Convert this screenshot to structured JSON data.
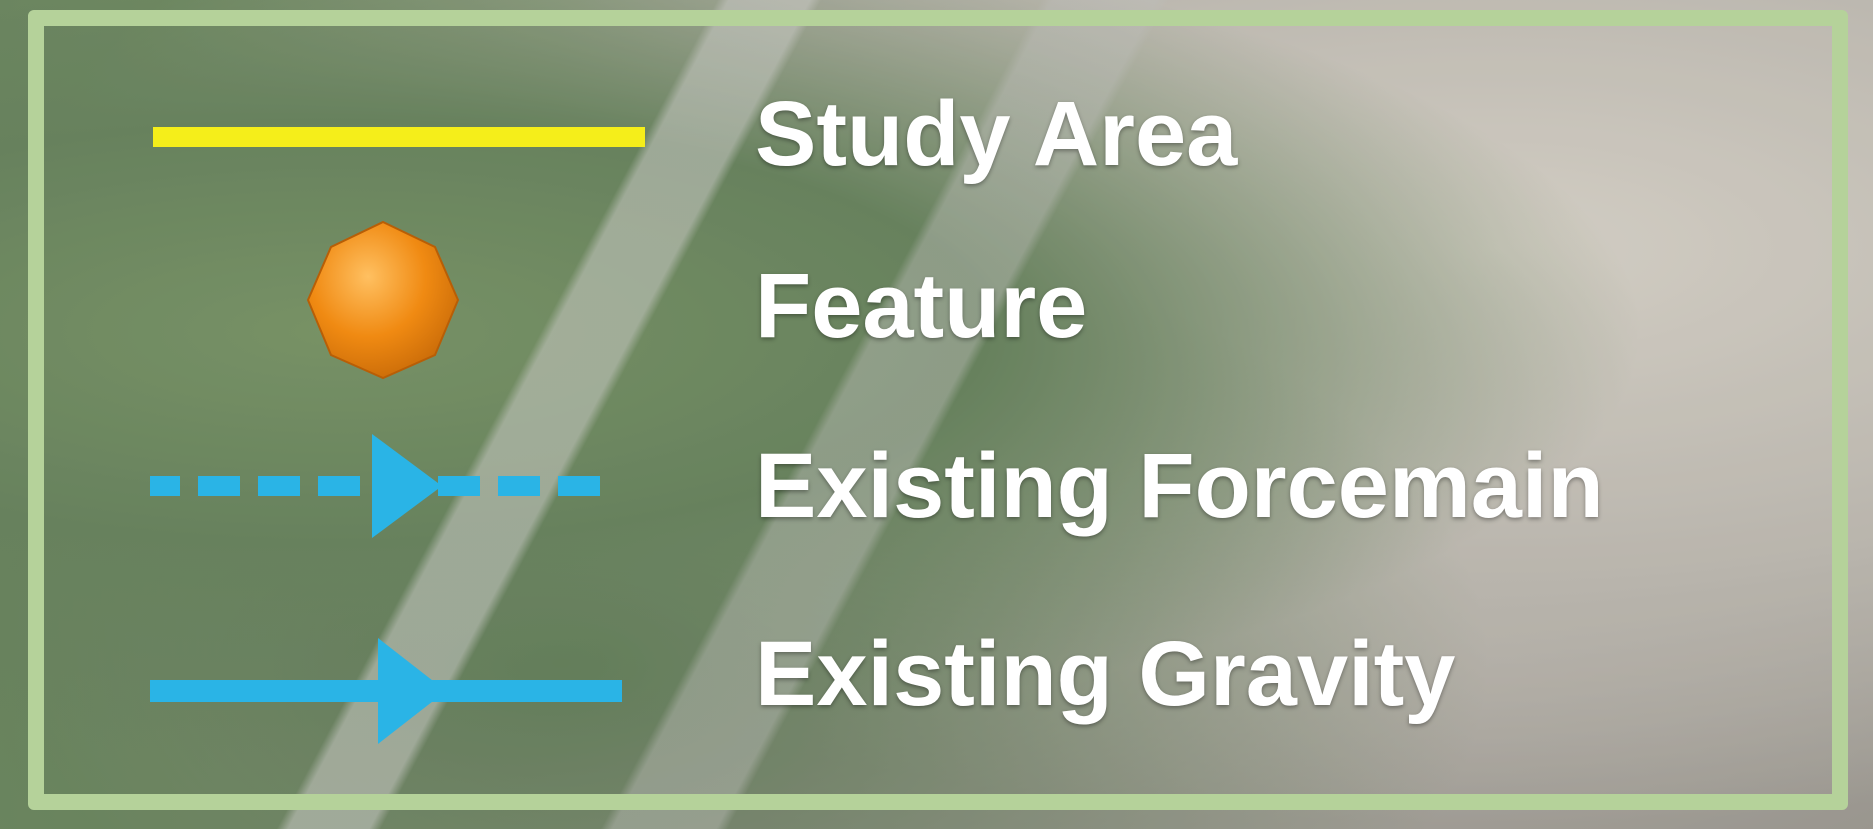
{
  "legend": {
    "items": [
      {
        "label": "Study Area",
        "symbol": "solid-line",
        "color": "#f5ee1a"
      },
      {
        "label": "Feature",
        "symbol": "heptagon",
        "color": "#f08a12"
      },
      {
        "label": "Existing Forcemain",
        "symbol": "dashed-arrow-line",
        "color": "#2ab4e6"
      },
      {
        "label": "Existing Gravity",
        "symbol": "solid-arrow-line",
        "color": "#2ab4e6"
      }
    ],
    "frame_color": "#b5d29a",
    "text_color": "#ffffff"
  }
}
